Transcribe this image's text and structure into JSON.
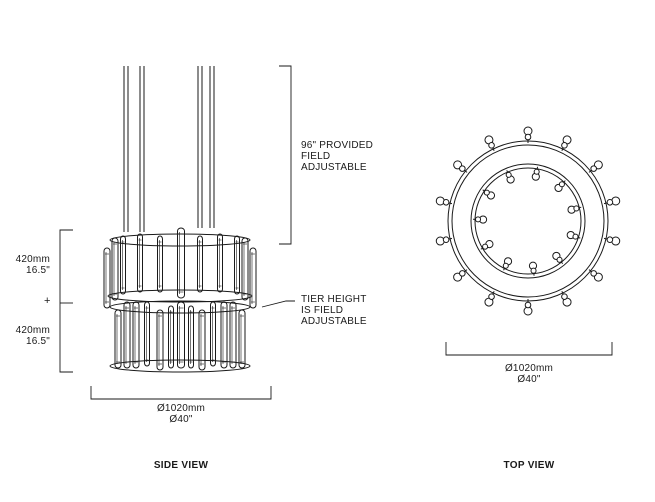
{
  "side_view": {
    "title": "SIDE VIEW",
    "cable_note": [
      "96\" PROVIDED",
      "FIELD",
      "ADJUSTABLE"
    ],
    "tier_note": [
      "TIER HEIGHT",
      "IS FIELD",
      "ADJUSTABLE"
    ],
    "upper_tier_height": [
      "420mm",
      "16.5\""
    ],
    "lower_tier_height": [
      "420mm",
      "16.5\""
    ],
    "plus_marker": "+",
    "width": [
      "Ø1020mm",
      "Ø40\""
    ]
  },
  "top_view": {
    "title": "TOP VIEW",
    "width": [
      "Ø1020mm",
      "Ø40\""
    ]
  }
}
